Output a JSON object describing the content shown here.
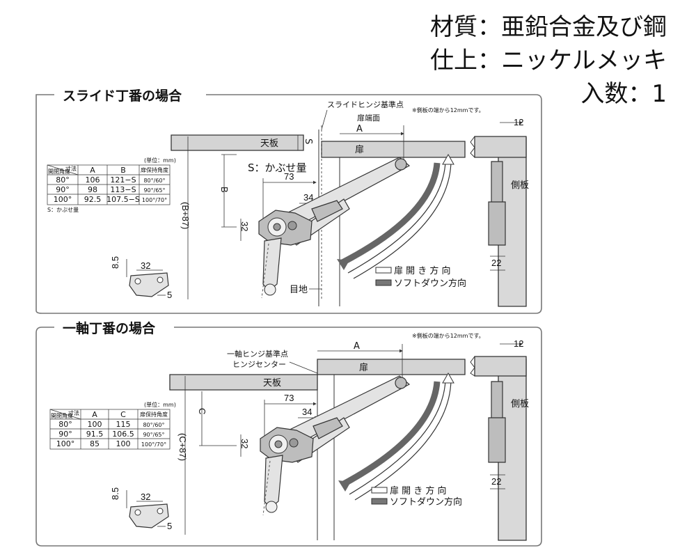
{
  "spec": {
    "material": "材質：亜鉛合金及び鋼",
    "finish": "仕上：ニッケルメッキ",
    "quantity": "入数：1"
  },
  "top": {
    "title": "スライド丁番の場合",
    "tenban": "天板",
    "s_mark": "S",
    "s_kabuse": "S：かぶせ量",
    "ref_point": "スライドヒンジ基準点",
    "door_edge": "扉端面",
    "a": "A",
    "note12": "※側板の端から12mmです。",
    "dim12": "12",
    "door": "扉",
    "sideboard": "側板",
    "b": "B",
    "b87": "(B+87)",
    "d73": "73",
    "d34": "34",
    "d32": "32",
    "d22": "22",
    "d85": "8.5",
    "d32b": "32",
    "d5": "5",
    "mejiri": "目地",
    "legend_open": "扉 開 き 方 向",
    "legend_soft": "ソフトダウン方向",
    "table": {
      "unit": "(単位：mm)",
      "header": [
        "開閉角度",
        "寸法",
        "A",
        "B",
        "扉保持角度"
      ],
      "rows": [
        [
          "80°",
          "106",
          "121−S",
          "80°/60°"
        ],
        [
          "90°",
          "98",
          "113−S",
          "90°/65°"
        ],
        [
          "100°",
          "92.5",
          "107.5−S",
          "100°/70°"
        ]
      ],
      "note": "S：かぶせ量"
    }
  },
  "bottom": {
    "title": "一軸丁番の場合",
    "ref_point": "一軸ヒンジ基準点",
    "hinge_center": "ヒンジセンター",
    "a": "A",
    "note12": "※側板の端から12mmです。",
    "dim12": "12",
    "door": "扉",
    "tenban": "天板",
    "sideboard": "側板",
    "c": "C",
    "c87": "(C+87)",
    "d73": "73",
    "d34": "34",
    "d32": "32",
    "d22": "22",
    "d85": "8.5",
    "d32b": "32",
    "d5": "5",
    "legend_open": "扉 開 き 方 向",
    "legend_soft": "ソフトダウン方向",
    "table": {
      "unit": "(単位：mm)",
      "header": [
        "開閉角度",
        "寸法",
        "A",
        "C",
        "扉保持角度"
      ],
      "rows": [
        [
          "80°",
          "100",
          "115",
          "80°/60°"
        ],
        [
          "90°",
          "91.5",
          "106.5",
          "90°/65°"
        ],
        [
          "100°",
          "85",
          "100",
          "100°/70°"
        ]
      ]
    }
  }
}
